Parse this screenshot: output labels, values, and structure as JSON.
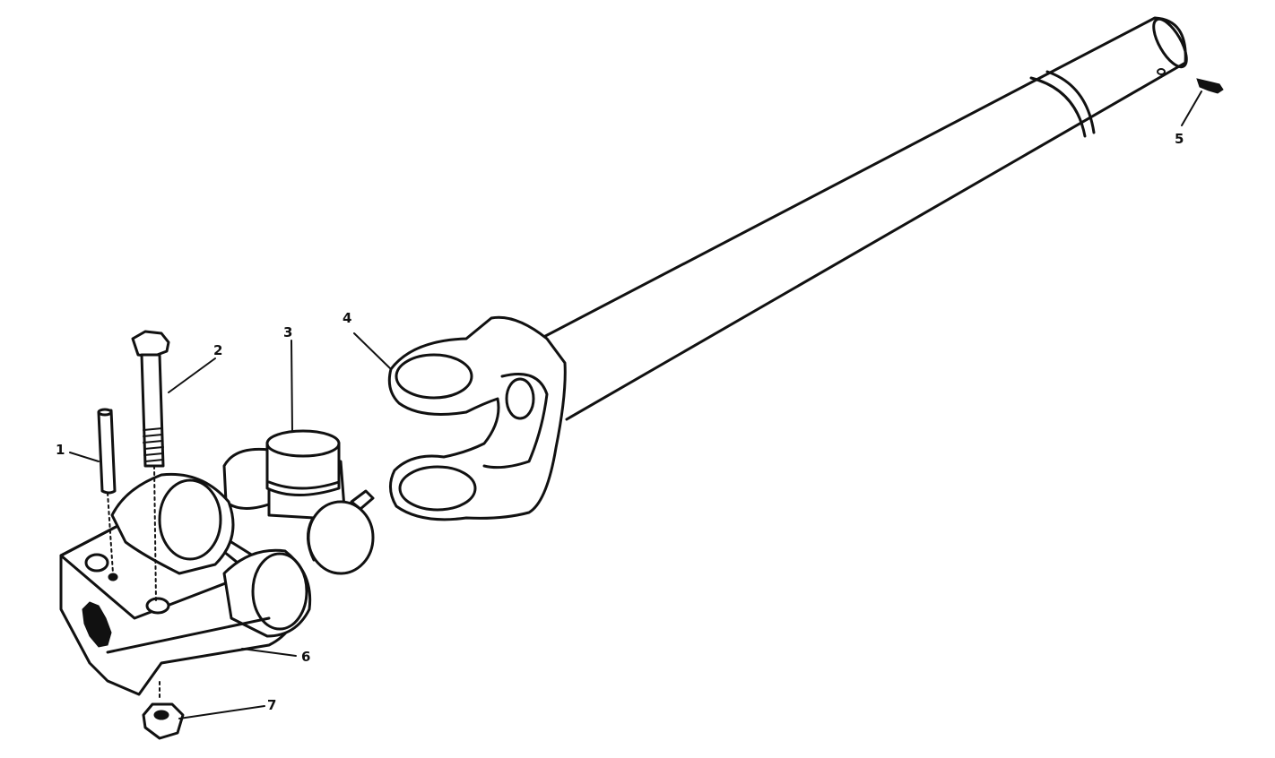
{
  "diagram": {
    "callouts": [
      {
        "id": "1",
        "label": "1",
        "part": "pin"
      },
      {
        "id": "2",
        "label": "2",
        "part": "bolt"
      },
      {
        "id": "3",
        "label": "3",
        "part": "cross-and-bearing"
      },
      {
        "id": "4",
        "label": "4",
        "part": "shaft-yoke"
      },
      {
        "id": "5",
        "label": "5",
        "part": "lubrication-fitting"
      },
      {
        "id": "6",
        "label": "6",
        "part": "splined-clamp-yoke"
      },
      {
        "id": "7",
        "label": "7",
        "part": "nut"
      }
    ],
    "colors": {
      "line": "#111111",
      "paper": "#ffffff"
    }
  }
}
